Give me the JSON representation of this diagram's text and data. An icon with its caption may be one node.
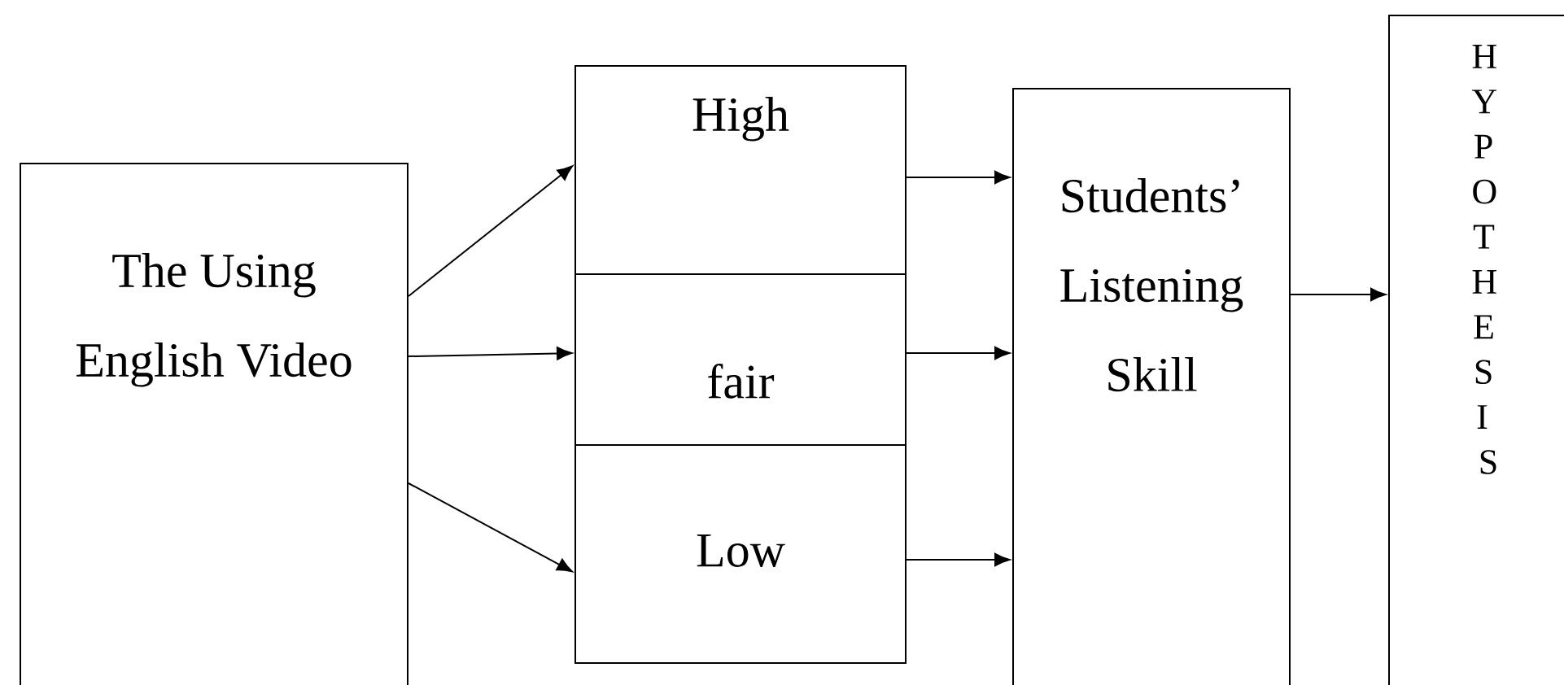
{
  "diagram": {
    "nodes": [
      {
        "text": [
          "The Using English Video"
        ]
      },
      {
        "text": [
          "High"
        ]
      },
      {
        "text": [
          "fair"
        ]
      },
      {
        "text": [
          "Low"
        ]
      },
      {
        "text": [
          "Students’ Listening Skill"
        ]
      },
      {
        "text": [
          "HYPOTHESIS"
        ]
      }
    ],
    "edges": [
      {
        "from": 0,
        "to": 1,
        "arrow": "to"
      },
      {
        "from": 0,
        "to": 2,
        "arrow": "to"
      },
      {
        "from": 0,
        "to": 3,
        "arrow": "to"
      },
      {
        "from": 1,
        "to": 4,
        "arrow": "to"
      },
      {
        "from": 2,
        "to": 4,
        "arrow": "to"
      },
      {
        "from": 3,
        "to": 4,
        "arrow": "to"
      },
      {
        "from": 4,
        "to": 5,
        "arrow": "to"
      }
    ]
  }
}
